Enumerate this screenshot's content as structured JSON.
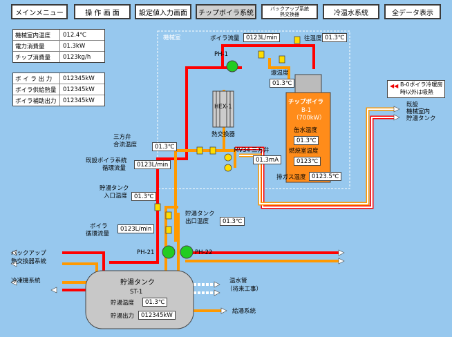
{
  "nav": [
    {
      "label": "メインメニュー"
    },
    {
      "label": "操 作 画 面"
    },
    {
      "label": "設定値入力画面"
    },
    {
      "label": "チップボイラ系統"
    },
    {
      "label": "バックアップ系統",
      "label2": "熱交換器"
    },
    {
      "label": "冷温水系統"
    },
    {
      "label": "全データ表示"
    }
  ],
  "panel1": [
    {
      "label": "機械室内温度",
      "value": "012.4℃"
    },
    {
      "label": "電力消費量",
      "value": "01.3kW"
    },
    {
      "label": "チップ消費量",
      "value": "0123kg/h"
    }
  ],
  "panel2": [
    {
      "label": "ボ イ ラ 出 力",
      "value": "012345kW"
    },
    {
      "label": "ボイラ供給熱量",
      "value": "012345kW"
    },
    {
      "label": "ボイラ補助出力",
      "value": "012345kW"
    }
  ],
  "room_label": "機械室",
  "boiler_flow_label": "ボイラ流量",
  "boiler_flow_value": "0123L/min",
  "outlet_temp_label": "往温度",
  "outlet_temp_value": "01.3℃",
  "return_temp_label": "還温度",
  "return_temp_value": "01.3℃",
  "ph1": "PH-1",
  "hex_label": "HEX-1",
  "hex_name": "熱交換器",
  "boiler": {
    "name": "チップボイラ",
    "id": "B-1",
    "capacity": "（700kW）",
    "water_label": "缶水温度",
    "water_value": "01.3℃",
    "comb_label": "燃焼室温度",
    "comb_value": "0123℃"
  },
  "exhaust_label": "排ガス温度",
  "exhaust_value": "0123.5℃",
  "note_line1": "B-0ボイラ冷暖房",
  "note_line2": "時以外は吸熱",
  "right_out1": "既設",
  "right_out2": "機械室内",
  "right_out3": "貯湯タンク",
  "three_way_1": "三方弁",
  "three_way_2": "合流温度",
  "mix_temp_value": "01.3℃",
  "mv34": "MV34",
  "three_way_3": "三方弁",
  "mv_value": "01.3mA",
  "existing_1": "既設ボイラ系統",
  "existing_2": "循環流量",
  "existing_value": "0123L/min",
  "tank_in_1": "貯湯タンク",
  "tank_in_2": "入口温度",
  "tank_in_value": "01.3℃",
  "tank_out_1": "貯湯タンク",
  "tank_out_2": "出口温度",
  "tank_out_value": "01.3℃",
  "boiler_circ_1": "ボイラ",
  "boiler_circ_2": "循環流量",
  "boiler_circ_value": "0123L/min",
  "ph21": "PH-21",
  "ph22": "PH-22",
  "backup_1": "バックアップ",
  "backup_2": "熱交換器系統",
  "chiller": "冷凍機系統",
  "tank": {
    "name": "貯湯タンク",
    "id": "ST-1",
    "temp_label": "貯湯温度",
    "temp_value": "01.3℃",
    "out_label": "貯湯出力",
    "out_value": "012345kW"
  },
  "hot_pipe_1": "温水管",
  "hot_pipe_2": "（将来工事）",
  "supply": "給湯系統",
  "colors": {
    "hot": "#ff0000",
    "warm": "#ff9900",
    "bg": "#97c8ee",
    "boiler": "#ff8c1a",
    "tank": "#c8c8c8"
  }
}
